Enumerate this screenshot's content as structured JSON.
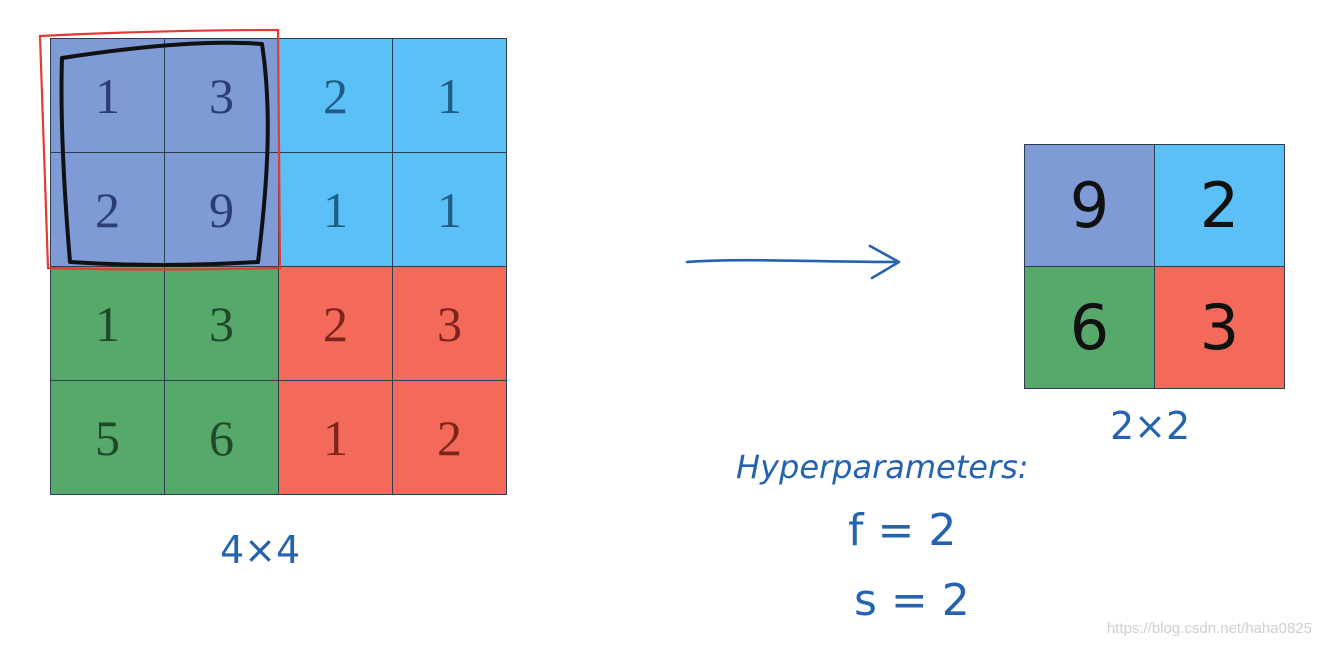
{
  "input_matrix": {
    "label": "4×4",
    "rows": [
      [
        "1",
        "3",
        "2",
        "1"
      ],
      [
        "2",
        "9",
        "1",
        "1"
      ],
      [
        "1",
        "3",
        "2",
        "3"
      ],
      [
        "5",
        "6",
        "1",
        "2"
      ]
    ]
  },
  "output_matrix": {
    "label": "2×2",
    "rows": [
      [
        "9",
        "2"
      ],
      [
        "6",
        "3"
      ]
    ]
  },
  "hyperparameters": {
    "title": "Hyperparameters:",
    "f": "f = 2",
    "s": "s = 2"
  },
  "colors": {
    "purple": "#7e9bd6",
    "blue": "#5bc0f5",
    "green": "#57a86b",
    "red": "#f36a5a",
    "purple_text": "#2c3d73",
    "blue_text": "#1f5d86",
    "green_text": "#1f4a2a",
    "red_text": "#7a241c",
    "handwriting": "#2563b0"
  },
  "watermark": "https://blog.csdn.net/haha0825"
}
